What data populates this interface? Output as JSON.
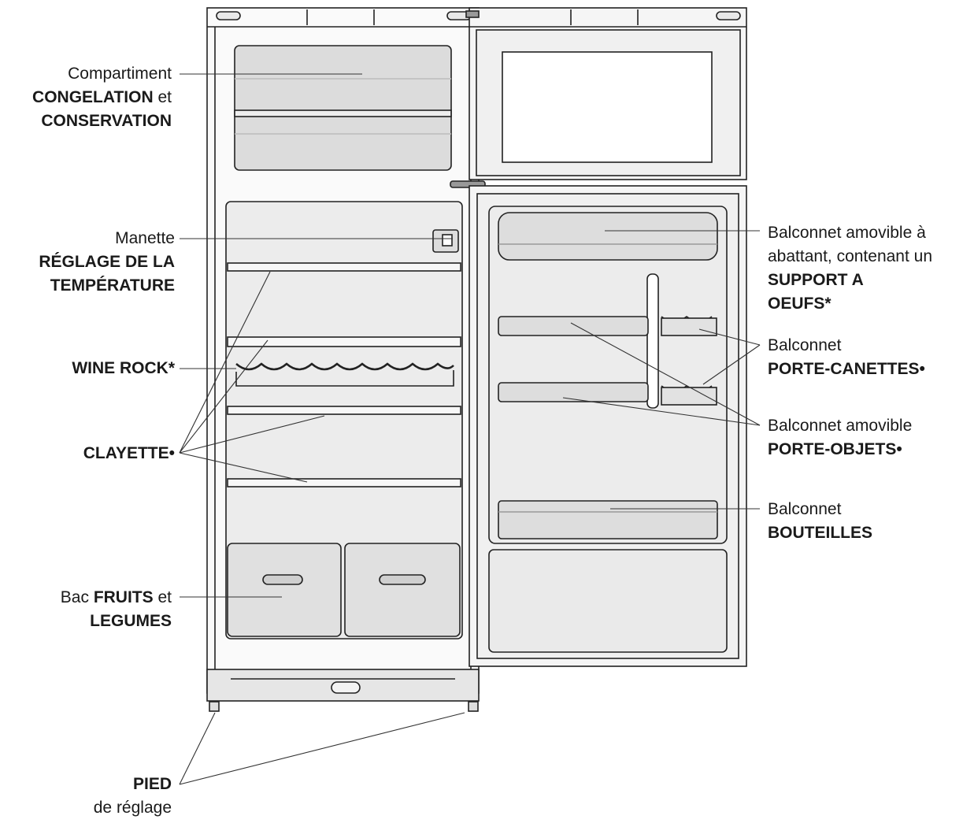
{
  "labels": {
    "freezer": {
      "line1": "Compartiment",
      "line2_bold": "CONGELATION",
      "line2_rest": " et",
      "line3_bold": "CONSERVATION"
    },
    "thermostat": {
      "line1": "Manette",
      "line2_bold": "RÉGLAGE DE LA",
      "line3_bold": "TEMPÉRATURE"
    },
    "wine_rack": {
      "line1_bold": "WINE ROCK*"
    },
    "shelf": {
      "line1_bold": "CLAYETTE•"
    },
    "crisper": {
      "line1_pre": "Bac ",
      "line1_bold": "FRUITS",
      "line1_rest": " et",
      "line2_bold": "LEGUMES"
    },
    "feet": {
      "line1_bold": "PIED",
      "line2": "de réglage"
    },
    "egg_balcony": {
      "line1": "Balconnet amovible à",
      "line2": "abattant, contenant un",
      "line3_bold": "SUPPORT A",
      "line4_bold": "OEUFS*"
    },
    "can_balcony": {
      "line1": "Balconnet",
      "line2_bold": "PORTE-CANETTES•"
    },
    "object_balcony": {
      "line1": "Balconnet amovible",
      "line2_bold": "PORTE-OBJETS•"
    },
    "bottle_balcony": {
      "line1": "Balconnet",
      "line2_bold": "BOUTEILLES"
    }
  }
}
